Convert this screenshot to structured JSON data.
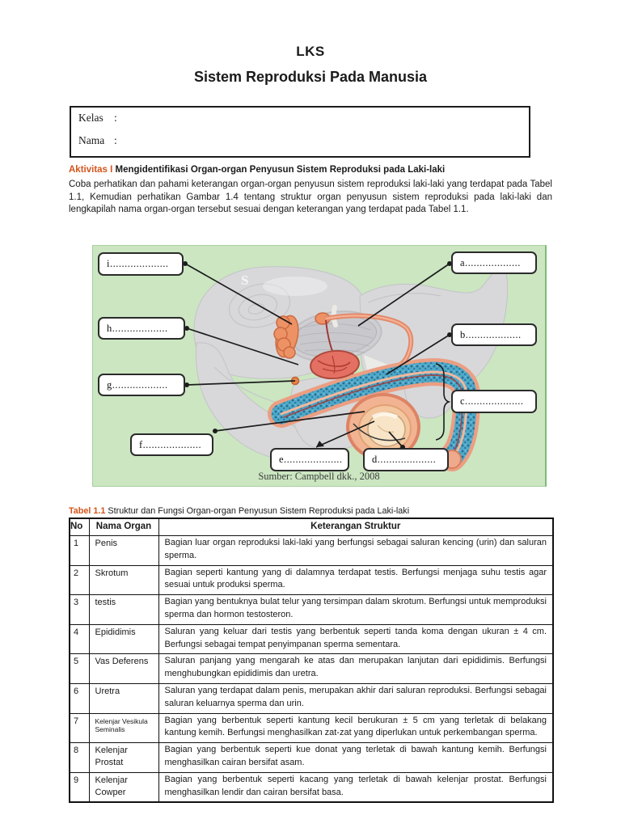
{
  "page": {
    "title": "LKS",
    "subtitle": "Sistem Reproduksi Pada Manusia"
  },
  "form": {
    "kelas_label": "Kelas",
    "nama_label": "Nama",
    "colon": ":",
    "kelas_value": "",
    "nama_value": ""
  },
  "activity": {
    "heading_prefix": "Aktivitas I",
    "heading_rest": " Mengidentifikasi Organ-organ Penyusun Sistem Reproduksi pada Laki-laki",
    "body": "Coba perhatikan dan pahami keterangan organ-organ penyusun sistem reproduksi laki-laki yang terdapat pada Tabel 1.1, Kemudian perhatikan Gambar 1.4 tentang struktur organ penyusun sistem reproduksi pada laki-laki dan lengkapilah nama organ-organ tersebut sesuai dengan keterangan yang terdapat pada Tabel 1.1."
  },
  "figure": {
    "caption": "Sumber: Campbell dkk., 2008",
    "watermark": "S",
    "background_color": "#cbe6c1",
    "labels": {
      "a": "a...................",
      "b": "b...................",
      "c": "c....................",
      "d": "d....................",
      "e": "e....................",
      "f": "f....................",
      "g": "g...................",
      "h": "h...................",
      "i": "i...................."
    }
  },
  "colors": {
    "accent_orange": "#d4541a",
    "figure_green": "#cbe6c1",
    "penis_blue": "#4fa8c8",
    "salmon": "#ec9e82",
    "prostate_red": "#e37063",
    "testis_cream": "#f8e4c6"
  },
  "table": {
    "caption_prefix": "Tabel 1.1",
    "caption_rest": " Struktur dan Fungsi Organ-organ Penyusun Sistem Reproduksi pada Laki-laki",
    "headers": {
      "no": "No",
      "organ": "Nama Organ",
      "keterangan": "Keterangan Struktur"
    },
    "rows": [
      {
        "no": "1",
        "organ": "Penis",
        "keterangan": "Bagian luar organ reproduksi laki-laki yang berfungsi sebagai saluran kencing (urin) dan saluran sperma."
      },
      {
        "no": "2",
        "organ": "Skrotum",
        "keterangan": "Bagian seperti kantung yang di dalamnya terdapat testis. Berfungsi menjaga suhu testis agar sesuai untuk produksi sperma."
      },
      {
        "no": "3",
        "organ": "testis",
        "keterangan": "Bagian yang bentuknya bulat telur yang tersimpan dalam skrotum. Berfungsi untuk memproduksi sperma dan hormon testosteron."
      },
      {
        "no": "4",
        "organ": "Epididimis",
        "keterangan": "Saluran yang keluar dari testis yang berbentuk seperti tanda koma dengan ukuran ± 4 cm. Berfungsi sebagai tempat penyimpanan sperma sementara."
      },
      {
        "no": "5",
        "organ": "Vas Deferens",
        "keterangan": "Saluran panjang yang mengarah ke atas dan merupakan lanjutan dari epididimis. Berfungsi menghubungkan epididimis dan uretra."
      },
      {
        "no": "6",
        "organ": "Uretra",
        "keterangan": "Saluran yang terdapat dalam penis, merupakan akhir dari saluran reproduksi. Berfungsi sebagai saluran keluarnya sperma dan urin."
      },
      {
        "no": "7",
        "organ": "Kelenjar Vesikula Seminalis",
        "keterangan": "Bagian yang berbentuk seperti kantung kecil berukuran ± 5 cm yang terletak di belakang kantung kemih. Berfungsi menghasilkan zat-zat yang diperlukan untuk perkembangan sperma."
      },
      {
        "no": "8",
        "organ": "Kelenjar Prostat",
        "keterangan": "Bagian yang berbentuk seperti kue donat yang terletak di bawah kantung kemih. Berfungsi menghasilkan cairan bersifat asam."
      },
      {
        "no": "9",
        "organ": "Kelenjar Cowper",
        "keterangan": "Bagian yang berbentuk seperti kacang yang terletak di bawah kelenjar prostat. Berfungsi menghasilkan lendir dan cairan bersifat basa."
      }
    ]
  }
}
